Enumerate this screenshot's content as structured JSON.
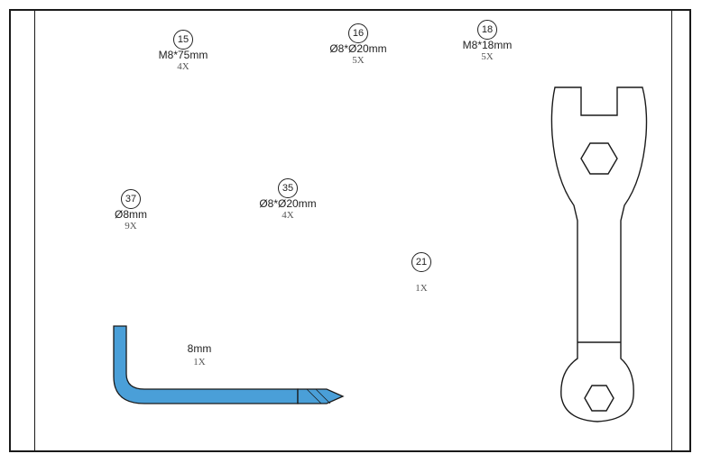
{
  "parts": {
    "p15": {
      "number": "15",
      "spec": "M8*75mm",
      "qty": "4X"
    },
    "p16": {
      "number": "16",
      "spec": "Ø8*Ø20mm",
      "qty": "5X"
    },
    "p18": {
      "number": "18",
      "spec": "M8*18mm",
      "qty": "5X"
    },
    "p37": {
      "number": "37",
      "spec": "Ø8mm",
      "qty": "9X"
    },
    "p35": {
      "number": "35",
      "spec": "Ø8*Ø20mm",
      "qty": "4X"
    },
    "p21": {
      "number": "21",
      "qty": "1X"
    },
    "allen_key": {
      "spec": "8mm",
      "qty": "1X"
    }
  },
  "colors": {
    "allen_key": "#4a9fd8",
    "line": "#1a1a1a"
  },
  "icons": [
    "hex-allen-key-icon",
    "wrench-icon"
  ]
}
